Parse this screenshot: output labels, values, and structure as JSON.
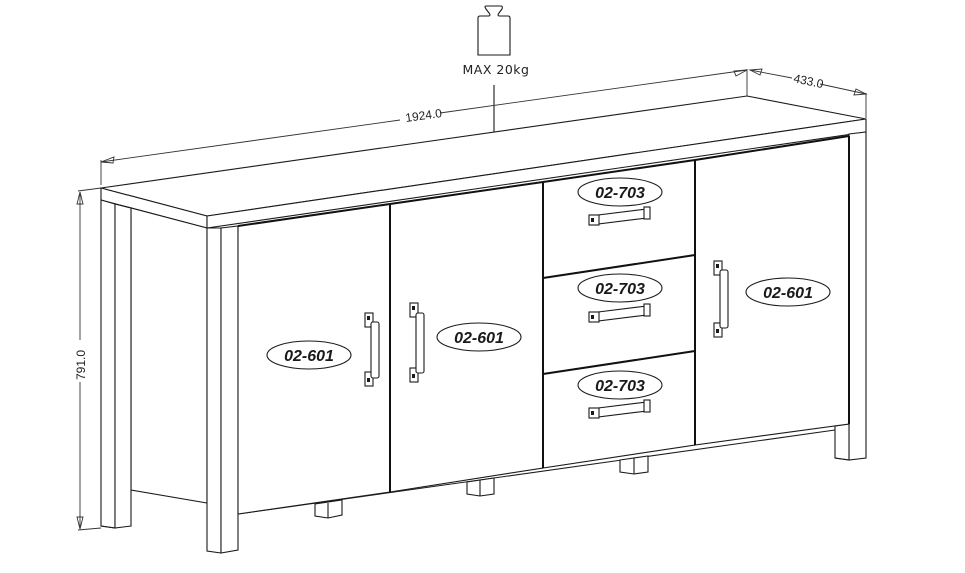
{
  "diagram": {
    "type": "furniture-assembly-drawing",
    "subject": "sideboard / dresser with 3 doors and 3 drawers",
    "load_limit": {
      "icon": "weight-icon",
      "text": "MAX 20kg"
    },
    "dimensions": {
      "width": "1924.0",
      "depth": "433.0",
      "height": "791.0"
    },
    "part_labels": {
      "door_left_outer": "02-601",
      "door_left_inner": "02-601",
      "drawer_top": "02-703",
      "drawer_middle": "02-703",
      "drawer_bottom": "02-703",
      "door_right": "02-601"
    },
    "colors": {
      "line": "#1a1a1a",
      "background": "#ffffff"
    }
  }
}
